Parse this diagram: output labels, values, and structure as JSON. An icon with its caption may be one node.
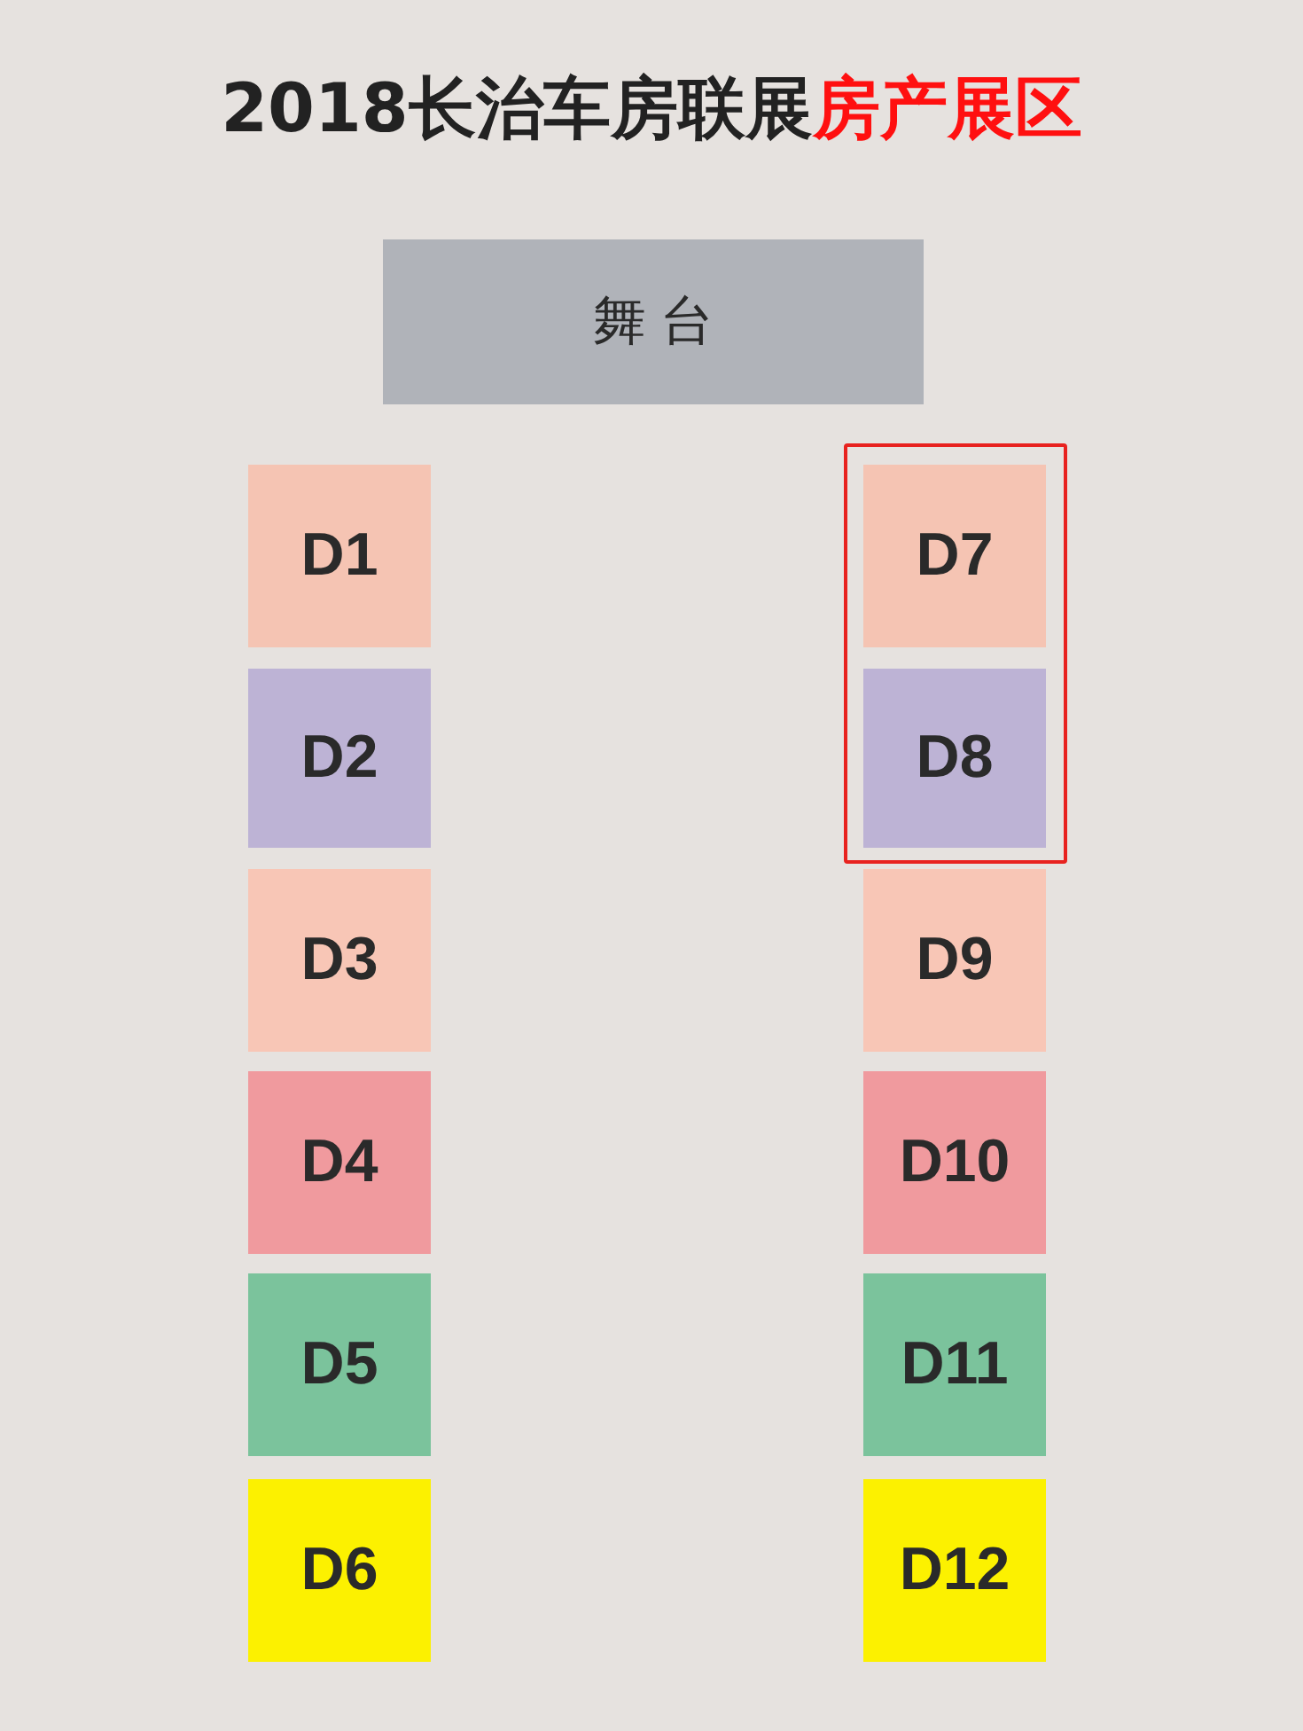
{
  "diagram": {
    "title": "2018长治车房联展房产展区",
    "nodes": [
      {
        "text": [
          "舞 台"
        ]
      },
      {
        "text": [
          "D1"
        ]
      },
      {
        "text": [
          "D2"
        ]
      },
      {
        "text": [
          "D3"
        ]
      },
      {
        "text": [
          "D4"
        ]
      },
      {
        "text": [
          "D5"
        ]
      },
      {
        "text": [
          "D6"
        ]
      },
      {
        "text": [],
        "shape": "box"
      },
      {
        "text": [
          "D7"
        ],
        "in": 7
      },
      {
        "text": [
          "D8"
        ],
        "in": 7
      },
      {
        "text": [
          "D9"
        ]
      },
      {
        "text": [
          "D10"
        ]
      },
      {
        "text": [
          "D11"
        ]
      },
      {
        "text": [
          "D12"
        ]
      }
    ]
  }
}
